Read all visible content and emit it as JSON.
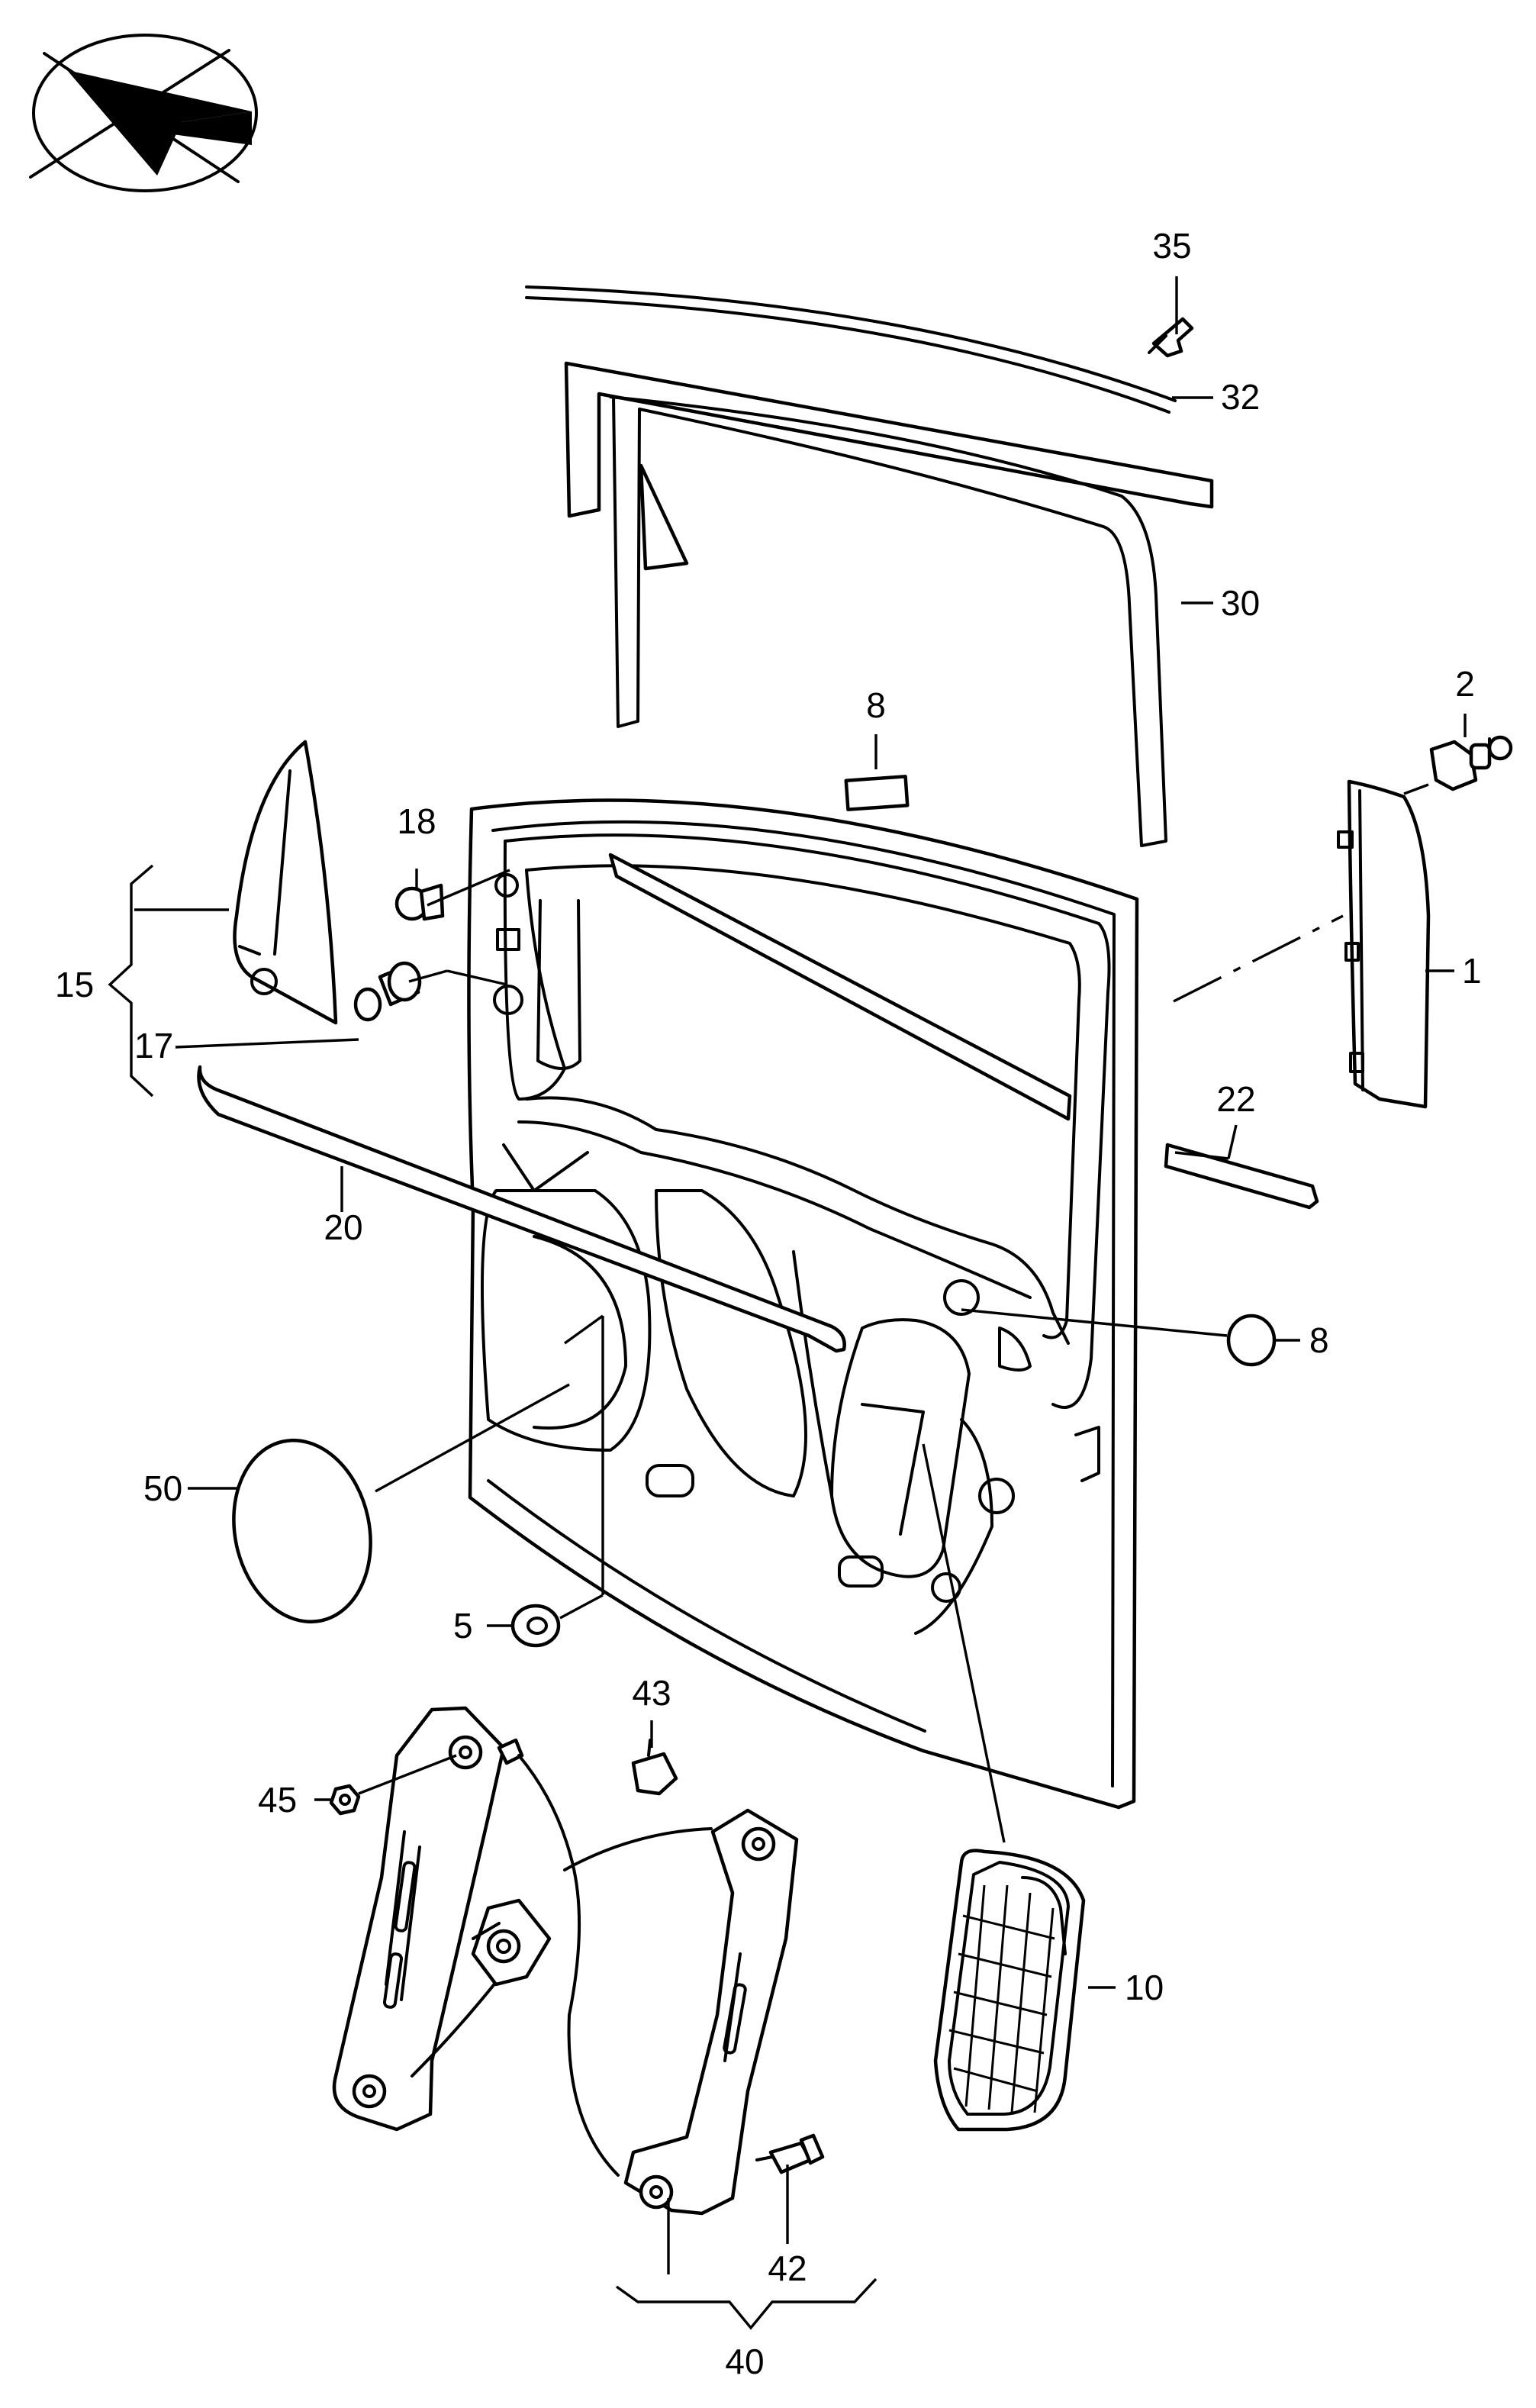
{
  "diagram": {
    "orientation_icon": "direction-arrow-icon",
    "callouts": {
      "c35": "35",
      "c32": "32",
      "c30": "30",
      "c8_top": "8",
      "c2": "2",
      "c18": "18",
      "c1": "1",
      "c15": "15",
      "c17": "17",
      "c22": "22",
      "c20": "20",
      "c8_mid": "8",
      "c50": "50",
      "c5": "5",
      "c43": "43",
      "c45": "45",
      "c10": "10",
      "c42": "42",
      "c40": "40"
    }
  }
}
